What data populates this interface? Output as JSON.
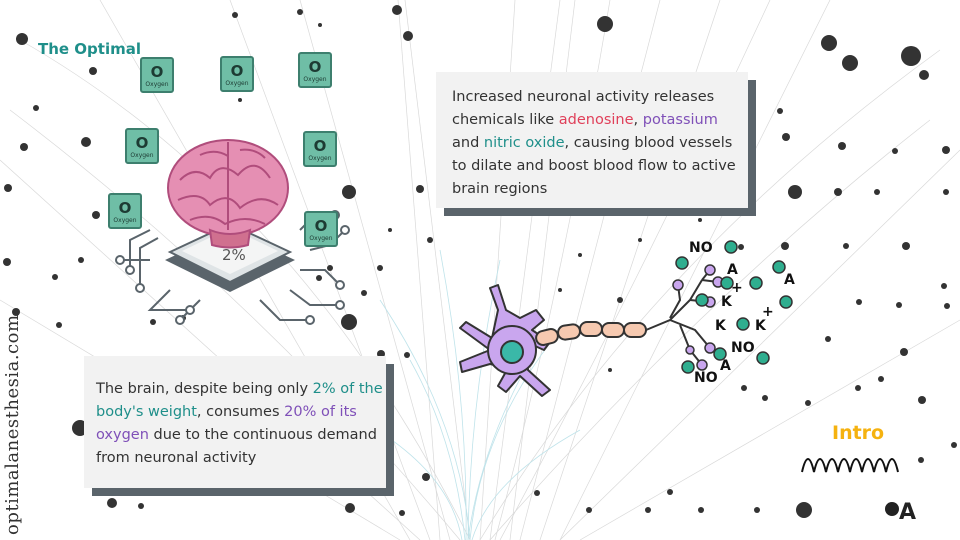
{
  "header": {
    "title": "The Optimal"
  },
  "side_url": "optimalanesthesia.com",
  "oxygen_tiles": [
    {
      "symbol": "O",
      "label": "Oxygen"
    },
    {
      "symbol": "O",
      "label": "Oxygen"
    },
    {
      "symbol": "O",
      "label": "Oxygen"
    },
    {
      "symbol": "O",
      "label": "Oxygen"
    },
    {
      "symbol": "O",
      "label": "Oxygen"
    },
    {
      "symbol": "O",
      "label": "Oxygen"
    },
    {
      "symbol": "O",
      "label": "Oxygen"
    }
  ],
  "chip_label": "2%",
  "box_top": {
    "t1": "Increased neuronal activity releases chemicals like ",
    "adenosine": "adenosine",
    "t2": ", ",
    "potassium": "potassium",
    "t3": " and ",
    "nitric_oxide": "nitric oxide",
    "t4": ", causing blood vessels to dilate and boost blood flow to active brain regions"
  },
  "box_bottom": {
    "t1": "The brain, despite being only ",
    "h1": "2% of the body's weight",
    "t2": ", consumes ",
    "h2": "20% of its oxygen",
    "t3": " due to the continuous demand from neuronal activity"
  },
  "molecule_labels": [
    "NO",
    "A",
    "A",
    "K",
    "K",
    "K",
    "NO",
    "NO",
    "A",
    "+",
    "+"
  ],
  "intro_label": "Intro",
  "logo": {
    "letter": "A"
  },
  "colors": {
    "teal": "#1f8f8a",
    "red": "#e0405a",
    "purple": "#7f50b8",
    "intro": "#f5b210",
    "shadow": "#5a646b",
    "neuron": "#c9a6ee",
    "axon": "#f6c9b0"
  }
}
